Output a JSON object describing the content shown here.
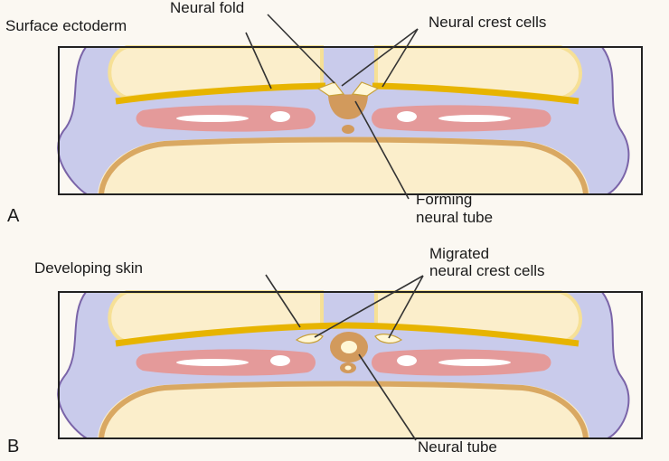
{
  "colors": {
    "background": "#fbf8f2",
    "mesoderm": "#c9cbeb",
    "mesoderm_edge": "#7a64a8",
    "yolk": "#fbeecb",
    "yolk_rim": "#f6e096",
    "ectoderm": "#e7b400",
    "endoderm": "#d9a862",
    "somite": "#e49a9a",
    "somite_core": "#ffffff",
    "neural_tube": "#d29a5c",
    "crest_cells": "#fff7d6",
    "box_outline": "#222222"
  },
  "panel_a": {
    "letter": "A",
    "labels": {
      "neural_fold": "Neural fold",
      "surface_ectoderm": "Surface ectoderm",
      "neural_crest_cells": "Neural crest cells",
      "forming_line1": "Forming",
      "forming_line2": "neural tube"
    }
  },
  "panel_b": {
    "letter": "B",
    "labels": {
      "developing_skin": "Developing skin",
      "migrated_line1": "Migrated",
      "migrated_line2": "neural crest cells",
      "neural_tube": "Neural tube"
    }
  }
}
